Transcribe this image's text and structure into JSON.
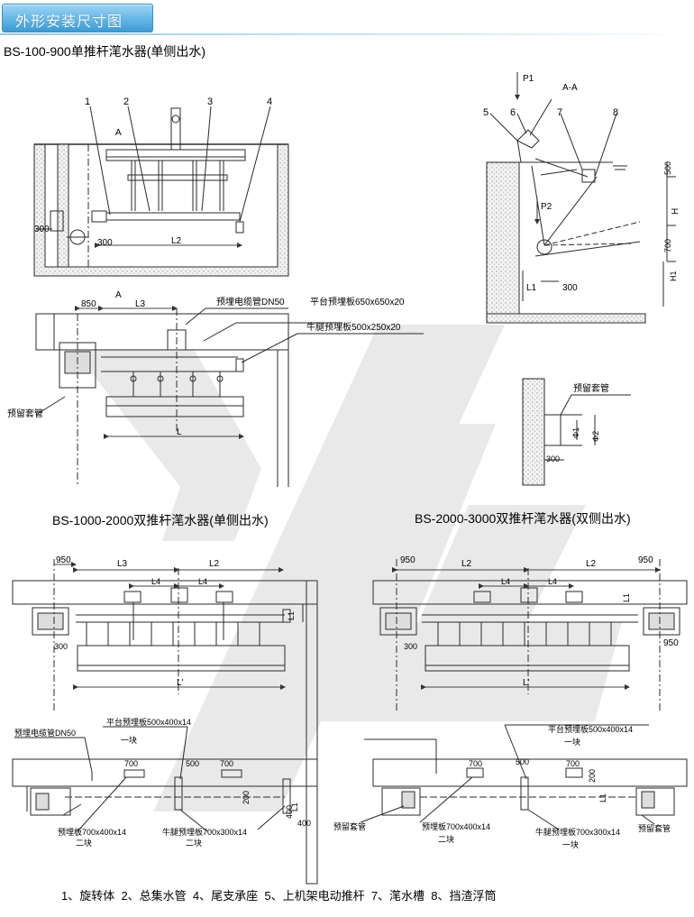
{
  "header": {
    "title": "外形安装尺寸图"
  },
  "watermark": {
    "text": "YL",
    "color": "#e6e6e6"
  },
  "colors": {
    "header_tab": "#63b6e6",
    "line": "#2a2a2a",
    "dim": "#444444",
    "fill_hatch": "#c8c8c8"
  },
  "sections": {
    "s1_title": "BS-100-900单推杆滗水器(单侧出水)",
    "s2_title": "BS-1000-2000双推杆滗水器(单侧出水)",
    "s3_title": "BS-2000-3000双推杆滗水器(双侧出水)"
  },
  "callouts": {
    "n1": "1",
    "n2": "2",
    "n3": "3",
    "n4": "4",
    "n5": "5",
    "n6": "6",
    "n7": "7",
    "n8": "8"
  },
  "section_marks": {
    "a_top": "A",
    "a_bottom": "A",
    "aa": "A-A"
  },
  "dims": {
    "d300": "300",
    "d850": "850",
    "d950": "950",
    "d500": "500",
    "d700": "700",
    "d200": "200",
    "d400": "400",
    "L1": "L1",
    "L2": "L2",
    "L3": "L3",
    "L4": "L4",
    "L": "L",
    "Lp": "L'",
    "H": "H",
    "H1": "H1",
    "P1": "P1",
    "P2": "P2",
    "phi1": "Φ1",
    "phi2": "Φ2"
  },
  "labels": {
    "cable_pipe": "预埋电缆管DN50",
    "platform_plate_1": "平台预埋板650x650x20",
    "bracket_plate_1": "牛腿预埋板500x250x20",
    "sleeve": "预留套管",
    "platform_plate_2": "平台预埋板500x400x14",
    "one_piece": "一块",
    "embed_plate": "预埋板700x400x14",
    "two_pieces": "二块",
    "bracket_plate_2": "牛腿预埋板700x300x14"
  },
  "legend": {
    "text": "1、旋转体  2、总集水管  4、尾支承座  5、上机架电动推杆  7、滗水槽  8、挡渣浮筒"
  }
}
